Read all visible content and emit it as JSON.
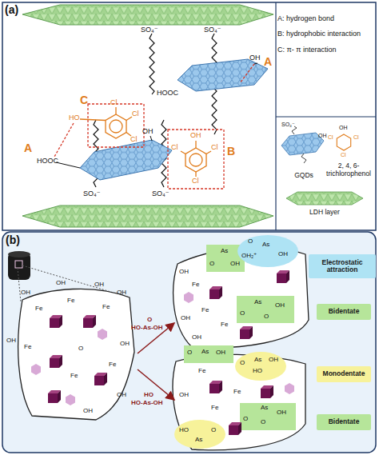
{
  "diagram": {
    "nodes": [
      {
        "text": [
          "A: hydrogen bond",
          "B: hydrophobic interaction",
          "C: π- π interaction"
        ]
      },
      {
        "text": [
          "GQDs",
          "2, 4, 6-trichlorophenol",
          "LDH layer"
        ]
      },
      {
        "text": [
          "Electrostatic attraction"
        ]
      },
      {
        "text": [
          "Bidentate"
        ]
      },
      {
        "text": [
          "Monodentate"
        ]
      },
      {
        "text": [
          "Bidentate"
        ]
      }
    ],
    "labels": [
      "(a)",
      "SO₄⁻",
      "SO₄⁻",
      "A",
      "HOOC",
      "HO",
      "C",
      "Cl",
      "Cl",
      "Cl",
      "HOOC",
      "OH",
      "A",
      "OH",
      "OH",
      "Cl",
      "Cl",
      "Cl",
      "B",
      "SO₄⁻",
      "SO₄⁻",
      "SO₄⁻",
      "OH",
      "OH",
      "Cl",
      "Cl",
      "Cl",
      "(b)",
      "OH",
      "Fe",
      "OH",
      "Fe",
      "OH",
      "Fe",
      "OH",
      "OH",
      "Fe",
      "O",
      "Fe",
      "OH",
      "Fe",
      "OH",
      "OH",
      "O",
      "HO-As-OH",
      "HO",
      "HO-As-OH",
      "OH",
      "Fe",
      "O",
      "As",
      "OH",
      "O",
      "As",
      "OH",
      "OH₂⁺",
      "Fe",
      "OH",
      "O",
      "As",
      "OH",
      "O",
      "Fe",
      "OH",
      "O",
      "As",
      "OH",
      "Fe",
      "O",
      "As",
      "OH",
      "HO",
      "Fe",
      "O",
      "As",
      "OH",
      "O",
      "HO",
      "As",
      "O",
      "Fe",
      "OH"
    ]
  }
}
